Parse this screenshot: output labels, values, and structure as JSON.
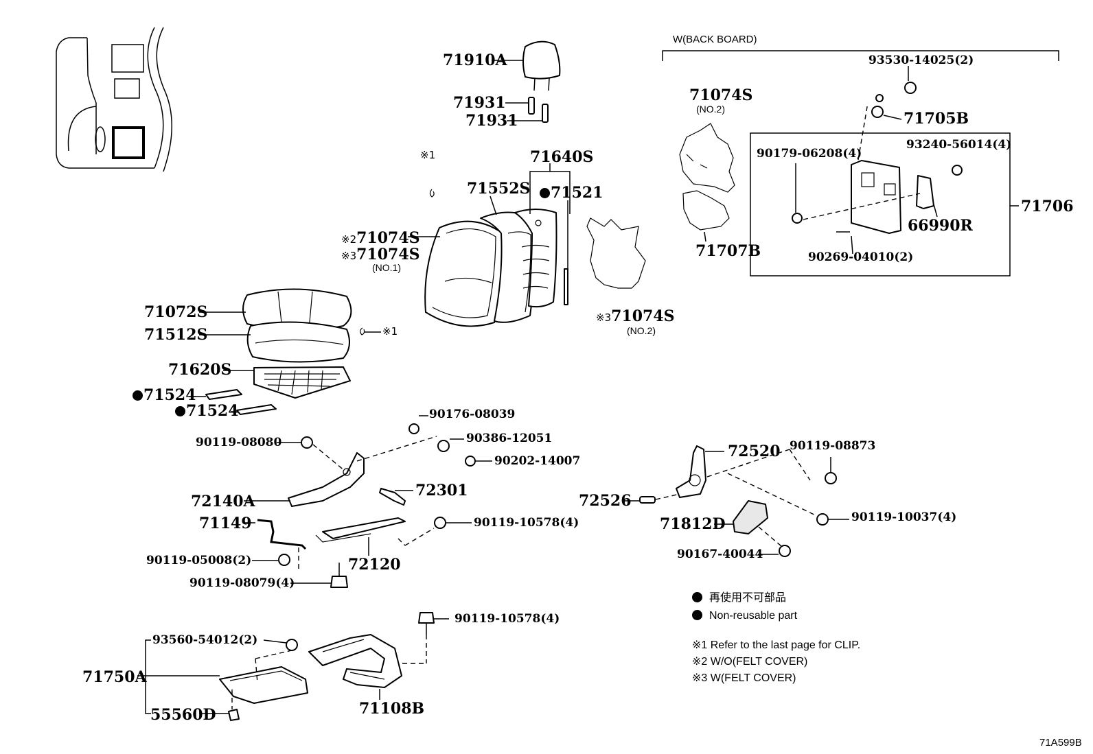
{
  "header": {
    "w_back_board": "W(BACK BOARD)"
  },
  "parts": {
    "p71910A": "71910A",
    "p71931a": "71931",
    "p71931b": "71931",
    "p93530": "93530-14025(2)",
    "p71705B": "71705B",
    "p71074S_top": "71074S",
    "no2_top": "(NO.2)",
    "p90179": "90179-06208(4)",
    "p93240": "93240-56014(4)",
    "p71706": "71706",
    "p66990R": "66990R",
    "p71707B": "71707B",
    "p90269": "90269-04010(2)",
    "clip1_top": "※1",
    "p71640S": "71640S",
    "p71552S": "71552S",
    "p71521": "71521",
    "p71074S_n2": "71074S",
    "p71074S_n3": "71074S",
    "no1": "(NO.1)",
    "mark2": "※2",
    "mark3a": "※3",
    "p71074S_felt": "71074S",
    "mark3b": "※3",
    "no2_felt": "(NO.2)",
    "p71072S": "71072S",
    "p71512S": "71512S",
    "clip1_mid": "※1",
    "p71620S": "71620S",
    "p71524a": "71524",
    "p71524b": "71524",
    "p90176": "90176-08039",
    "p90119_08080": "90119-08080",
    "p90386": "90386-12051",
    "p90202": "90202-14007",
    "p72301": "72301",
    "p72140A": "72140A",
    "p71149": "71149",
    "p90119_10578a": "90119-10578(4)",
    "p90119_05008": "90119-05008(2)",
    "p72120": "72120",
    "p90119_08079": "90119-08079(4)",
    "p72520": "72520",
    "p90119_08873": "90119-08873",
    "p72526": "72526",
    "p71812D": "71812D",
    "p90119_10037": "90119-10037(4)",
    "p90167": "90167-40044",
    "p90119_10578b": "90119-10578(4)",
    "p93560": "93560-54012(2)",
    "p71750A": "71750A",
    "p55560D": "55560D",
    "p71108B": "71108B"
  },
  "legend": {
    "nonreusable_jp": "再使用不可部品",
    "nonreusable_en": "Non-reusable part",
    "note1": "※1  Refer to the last page for CLIP.",
    "note2": "※2  W/O(FELT COVER)",
    "note3": "※3  W(FELT COVER)"
  },
  "footer": {
    "code": "71A599B"
  }
}
